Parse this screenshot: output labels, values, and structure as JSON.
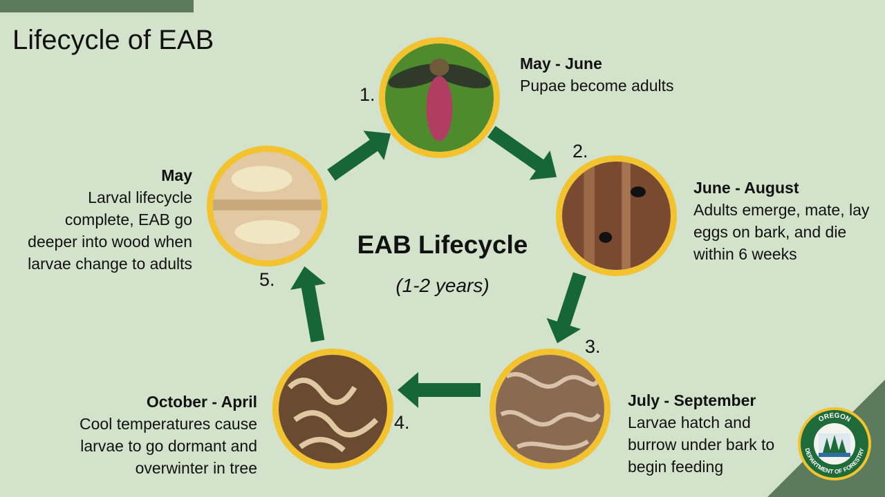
{
  "slide_title": "Lifecycle of EAB",
  "center": {
    "title": "EAB Lifecycle",
    "subtitle": "(1-2 years)"
  },
  "stages": [
    {
      "number": "1.",
      "period": "May - June",
      "description": "Pupae become adults",
      "photo": "adult-beetle"
    },
    {
      "number": "2.",
      "period": "June - August",
      "description": "Adults emerge, mate, lay eggs on bark, and die within 6 weeks",
      "photo": "bark-exit-holes"
    },
    {
      "number": "3.",
      "period": "July - September",
      "description": "Larvae hatch and burrow under bark to begin feeding",
      "photo": "larval-galleries"
    },
    {
      "number": "4.",
      "period": "October - April",
      "description": "Cool temperatures cause larvae to go dormant and overwinter in tree",
      "photo": "frass-galleries"
    },
    {
      "number": "5.",
      "period": "May",
      "description": "Larval lifecycle complete, EAB go deeper into wood when larvae change to adults",
      "photo": "larvae-in-wood"
    }
  ],
  "logo": {
    "top_text": "OREGON",
    "bottom_text": "DEPARTMENT OF FORESTRY"
  },
  "colors": {
    "background": "#d3e2cb",
    "arrow": "#17663a",
    "ring": "#f2c22f",
    "accent": "#5c7a5c"
  }
}
